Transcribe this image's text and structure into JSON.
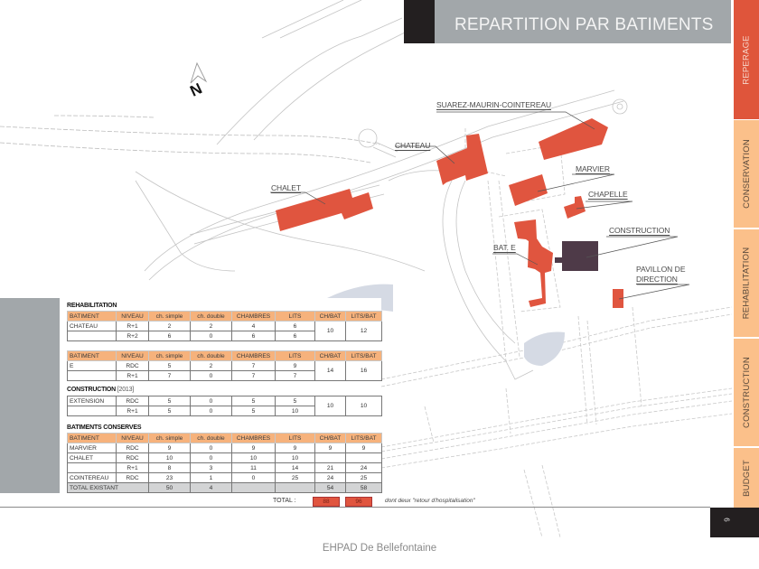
{
  "header": {
    "title": "REPARTITION PAR BATIMENTS"
  },
  "side_tabs": [
    {
      "label": "REPERAGE",
      "active": true
    },
    {
      "label": "CONSERVATION",
      "active": false
    },
    {
      "label": "REHABILITATION",
      "active": false
    },
    {
      "label": "CONSTRUCTION",
      "active": false
    },
    {
      "label": "BUDGET",
      "active": false
    }
  ],
  "colors": {
    "accent": "#df553b",
    "tab_inactive": "#fbc08a",
    "title_bar": "#a2a7aa",
    "building": "#e0553f",
    "construction": "#4e3a48",
    "dark": "#231f20"
  },
  "map": {
    "north_label": "N",
    "labels": {
      "suarez": "SUAREZ-MAURIN-COINTEREAU",
      "chateau": "CHATEAU",
      "chalet": "CHALET",
      "marvier": "MARVIER",
      "chapelle": "CHAPELLE",
      "construction": "CONSTRUCTION",
      "bat_e": "BAT. E",
      "pavillon_1": "PAVILLON DE",
      "pavillon_2": "DIRECTION"
    }
  },
  "tables": {
    "columns": [
      "BATIMENT",
      "NIVEAU",
      "ch. simple",
      "ch. double",
      "CHAMBRES",
      "LITS",
      "CH/BAT",
      "LITS/BAT"
    ],
    "rehabilitation": {
      "title": "REHABILITATION",
      "chateau": {
        "rows": [
          {
            "batiment": "CHATEAU",
            "niveau": "R+1",
            "simple": "2",
            "double": "2",
            "chambres": "4",
            "lits": "6"
          },
          {
            "batiment": "",
            "niveau": "R+2",
            "simple": "6",
            "double": "0",
            "chambres": "6",
            "lits": "6"
          }
        ],
        "ch_bat": "10",
        "lits_bat": "12"
      },
      "e": {
        "rows": [
          {
            "batiment": "E",
            "niveau": "RDC",
            "simple": "5",
            "double": "2",
            "chambres": "7",
            "lits": "9"
          },
          {
            "batiment": "",
            "niveau": "R+1",
            "simple": "7",
            "double": "0",
            "chambres": "7",
            "lits": "7"
          }
        ],
        "ch_bat": "14",
        "lits_bat": "16"
      }
    },
    "construction": {
      "title": "CONSTRUCTION",
      "year": "[2013]",
      "rows": [
        {
          "batiment": "EXTENSION",
          "niveau": "RDC",
          "simple": "5",
          "double": "0",
          "chambres": "5",
          "lits": "5"
        },
        {
          "batiment": "",
          "niveau": "R+1",
          "simple": "5",
          "double": "0",
          "chambres": "5",
          "lits": "10"
        }
      ],
      "ch_bat": "10",
      "lits_bat": "10"
    },
    "conserves": {
      "title": "BATIMENTS CONSERVES",
      "rows": [
        {
          "batiment": "MARVIER",
          "niveau": "RDC",
          "simple": "9",
          "double": "0",
          "chambres": "9",
          "lits": "9",
          "ch_bat": "9",
          "lits_bat": "9"
        },
        {
          "batiment": "CHALET",
          "niveau": "RDC",
          "simple": "10",
          "double": "0",
          "chambres": "10",
          "lits": "10",
          "ch_bat": "",
          "lits_bat": ""
        },
        {
          "batiment": "",
          "niveau": "R+1",
          "simple": "8",
          "double": "3",
          "chambres": "11",
          "lits": "14",
          "ch_bat": "21",
          "lits_bat": "24"
        },
        {
          "batiment": "COINTEREAU",
          "niveau": "RDC",
          "simple": "23",
          "double": "1",
          "chambres": "0",
          "lits": "25",
          "ch_bat": "24",
          "lits_bat": "25"
        }
      ],
      "total": {
        "label": "TOTAL EXISTANT",
        "simple": "50",
        "double": "4",
        "chambres": "",
        "lits": "",
        "ch_bat": "54",
        "lits_bat": "58"
      }
    },
    "grand_total": {
      "label": "TOTAL :",
      "ch": "88",
      "lits": "96",
      "note": "dont deux \"retour d'hospitalisation\""
    }
  },
  "page_number": "6",
  "footer": {
    "caption": "EHPAD De Bellefontaine"
  }
}
